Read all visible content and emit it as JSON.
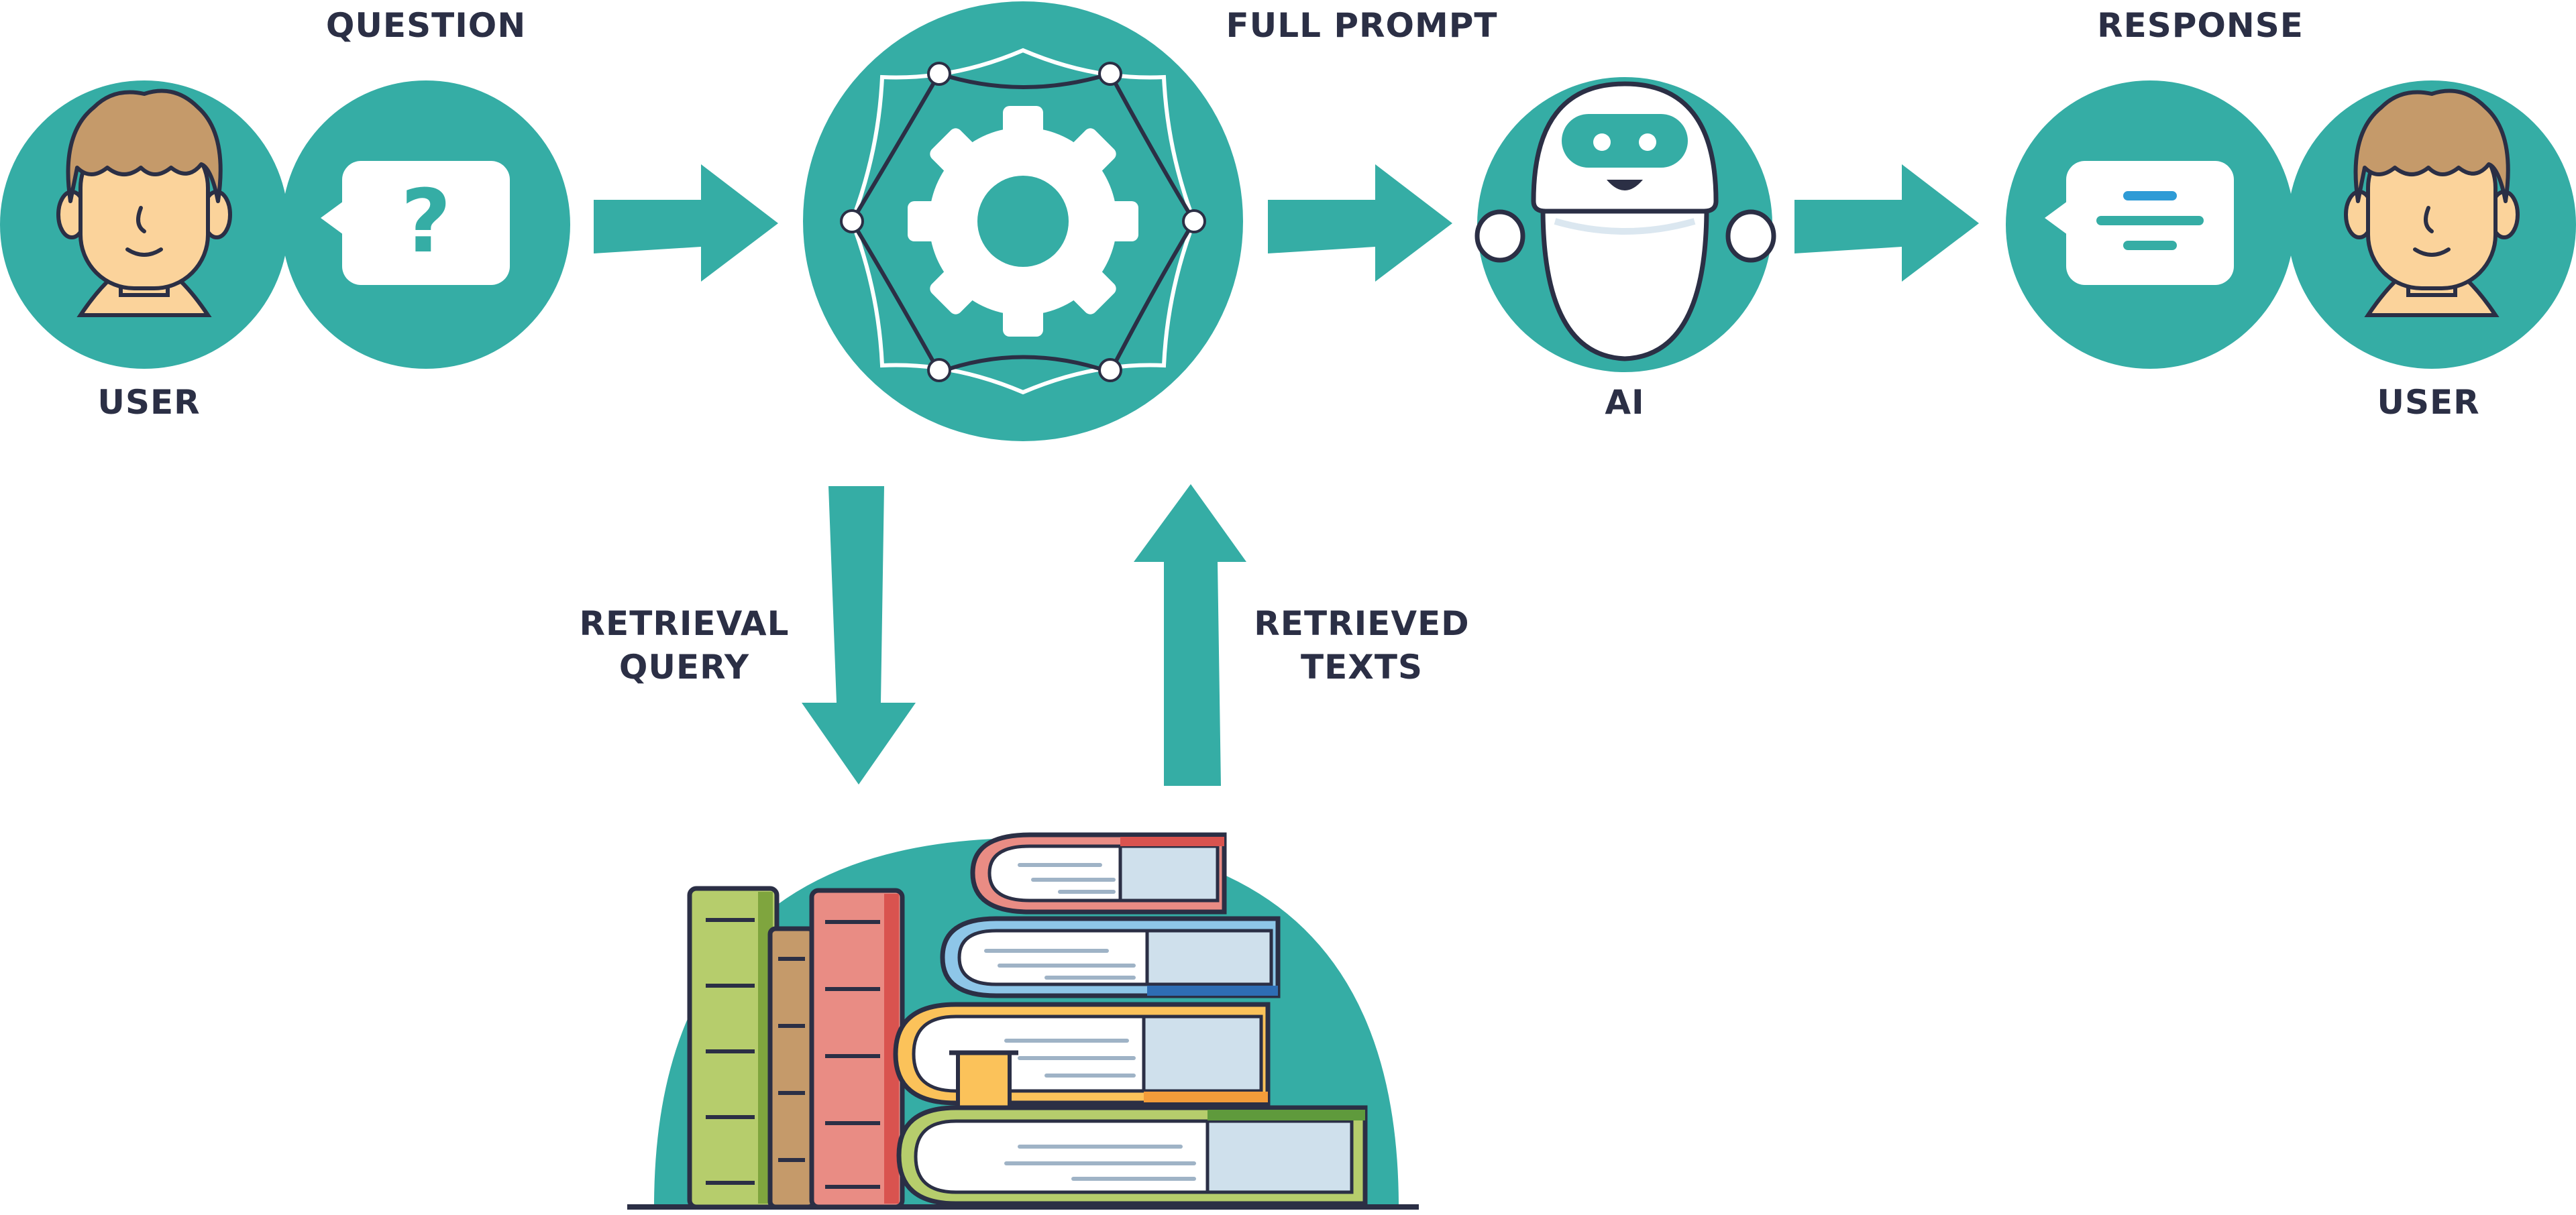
{
  "labels": {
    "question": "QUESTION",
    "full_prompt": "FULL PROMPT",
    "response": "RESPONSE",
    "user_left": "USER",
    "ai": "AI",
    "user_right": "USER",
    "retrieval_query_line1": "RETRIEVAL",
    "retrieval_query_line2": "QUERY",
    "retrieved_texts_line1": "RETRIEVED",
    "retrieved_texts_line2": "TEXTS"
  },
  "nodes": [
    {
      "id": "user-question",
      "icon": "user-with-question-bubble-icon"
    },
    {
      "id": "prompt-builder",
      "icon": "gear-icon"
    },
    {
      "id": "ai-model",
      "icon": "robot-icon"
    },
    {
      "id": "user-response",
      "icon": "user-with-response-bubble-icon"
    },
    {
      "id": "knowledge-base",
      "icon": "books-stack-icon"
    }
  ],
  "colors": {
    "teal": "#35ada5",
    "navy": "#2b2f45",
    "skin": "#fbd39b",
    "hair": "#c59a6a",
    "green_book": "#b6cd6c",
    "red_book": "#e98c84",
    "blue_accent": "#2e9bd6",
    "yellow_bookmark": "#fbc25a"
  }
}
